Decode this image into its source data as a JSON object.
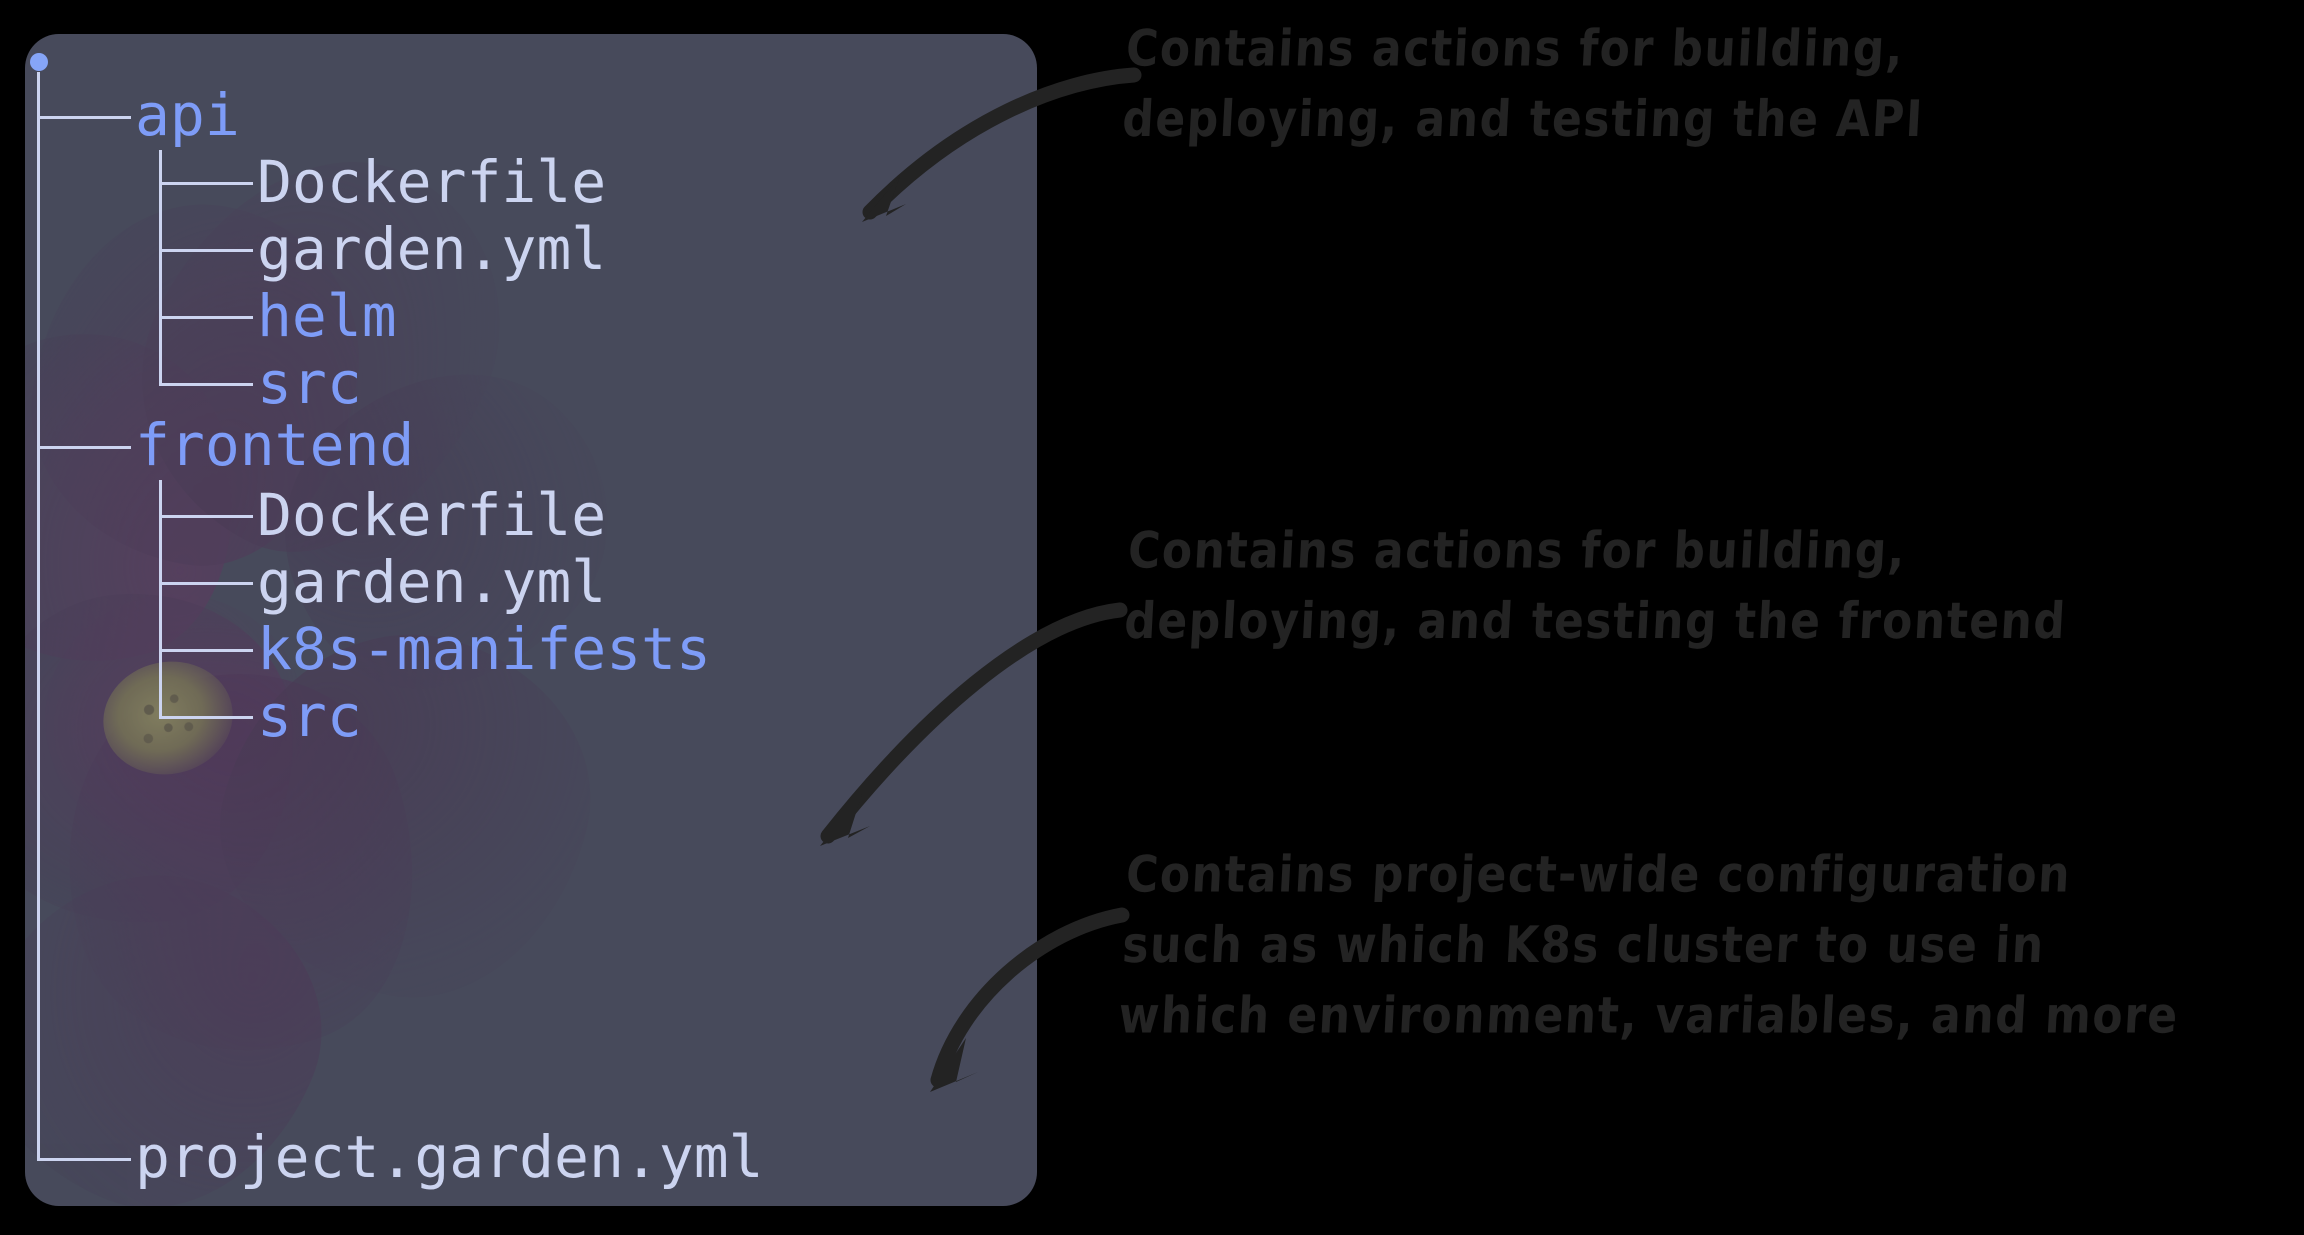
{
  "panel": {
    "background_color": "#474a5b",
    "accent_color": "#7e9cf7",
    "file_color": "#ccd4f0",
    "note_color": "#232323",
    "background_image": "cosmos-flower-photo"
  },
  "tree": {
    "root_marker": "root-dot",
    "nodes": [
      {
        "label": "api",
        "type": "directory",
        "depth": 1
      },
      {
        "label": "Dockerfile",
        "type": "file",
        "depth": 2
      },
      {
        "label": "garden.yml",
        "type": "file",
        "depth": 2
      },
      {
        "label": "helm",
        "type": "directory",
        "depth": 2
      },
      {
        "label": "src",
        "type": "directory",
        "depth": 2
      },
      {
        "label": "frontend",
        "type": "directory",
        "depth": 1
      },
      {
        "label": "Dockerfile",
        "type": "file",
        "depth": 2
      },
      {
        "label": "garden.yml",
        "type": "file",
        "depth": 2
      },
      {
        "label": "k8s-manifests",
        "type": "directory",
        "depth": 2
      },
      {
        "label": "src",
        "type": "directory",
        "depth": 2
      },
      {
        "label": "project.garden.yml",
        "type": "file",
        "depth": 1
      }
    ]
  },
  "annotations": [
    {
      "id": "api-garden-yml-note",
      "text": "Contains actions for building,\ndeploying, and testing the API",
      "target": "api/garden.yml"
    },
    {
      "id": "frontend-garden-yml-note",
      "text": "Contains actions for building,\ndeploying, and testing the frontend",
      "target": "frontend/garden.yml"
    },
    {
      "id": "project-garden-yml-note",
      "text": "Contains project-wide configuration\nsuch as which K8s cluster to use in\nwhich environment, variables, and more",
      "target": "project.garden.yml"
    }
  ]
}
